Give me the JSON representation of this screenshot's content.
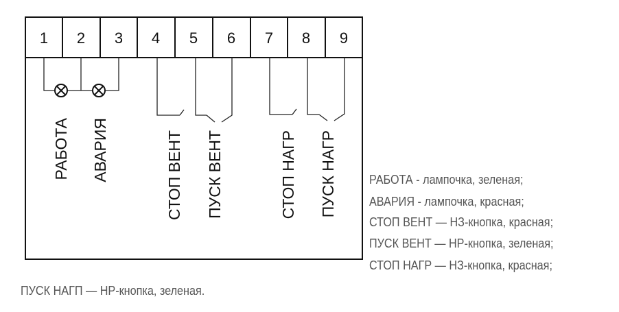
{
  "terminals": [
    "1",
    "2",
    "3",
    "4",
    "5",
    "6",
    "7",
    "8",
    "9"
  ],
  "labels": {
    "rabota": "РАБОТА",
    "avariya": "АВАРИЯ",
    "stop_vent": "СТОП ВЕНТ",
    "pusk_vent": "ПУСК ВЕНТ",
    "stop_nagr": "СТОП НАГР",
    "pusk_nagr": "ПУСК НАГР"
  },
  "legend": [
    "РАБОТА - лампочка, зеленая;",
    "АВАРИЯ - лампочка, красная;",
    "СТОП ВЕНТ — НЗ-кнопка, красная;",
    "ПУСК ВЕНТ — НР-кнопка, зеленая;",
    "СТОП НАГР — НЗ-кнопка, красная;"
  ],
  "footnote": "ПУСК НАГП — НР-кнопка, зеленая.",
  "colors": {
    "line": "#111111",
    "legend_text": "#555555"
  }
}
